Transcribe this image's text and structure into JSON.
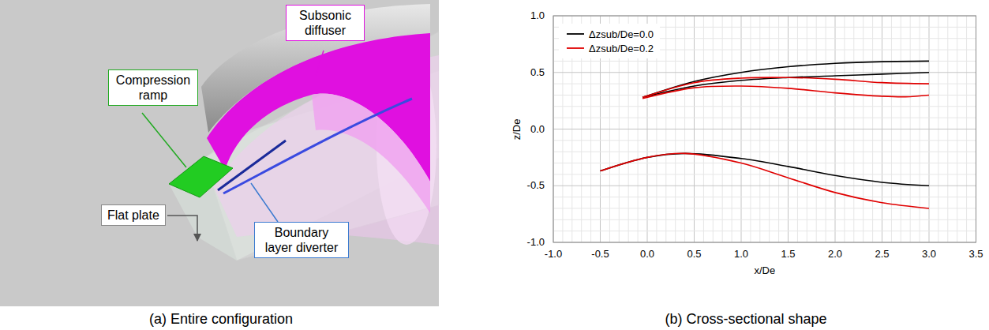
{
  "diagram": {
    "nodes": [
      {
        "text": [
          "Subsonic diffuser"
        ]
      },
      {
        "text": [
          "Compression ramp"
        ]
      },
      {
        "text": [
          "Flat plate"
        ]
      },
      {
        "text": [
          "Boundary layer diverter"
        ]
      }
    ],
    "labels": [
      "(a) Entire configuration",
      "1.0",
      "0.5",
      "0.0",
      "-0.5",
      "-1.0",
      "z/De",
      "-1.0",
      "-0.5",
      "0.0",
      "0.5",
      "1.0",
      "1.5",
      "2.0",
      "2.5",
      "3.0",
      "3.5",
      "x/De",
      "(b) Cross-sectional shape"
    ],
    "legend": [
      {
        "text": "Δzsub/De=0.0"
      },
      {
        "text": "Δzsub/De=0.2"
      }
    ]
  }
}
